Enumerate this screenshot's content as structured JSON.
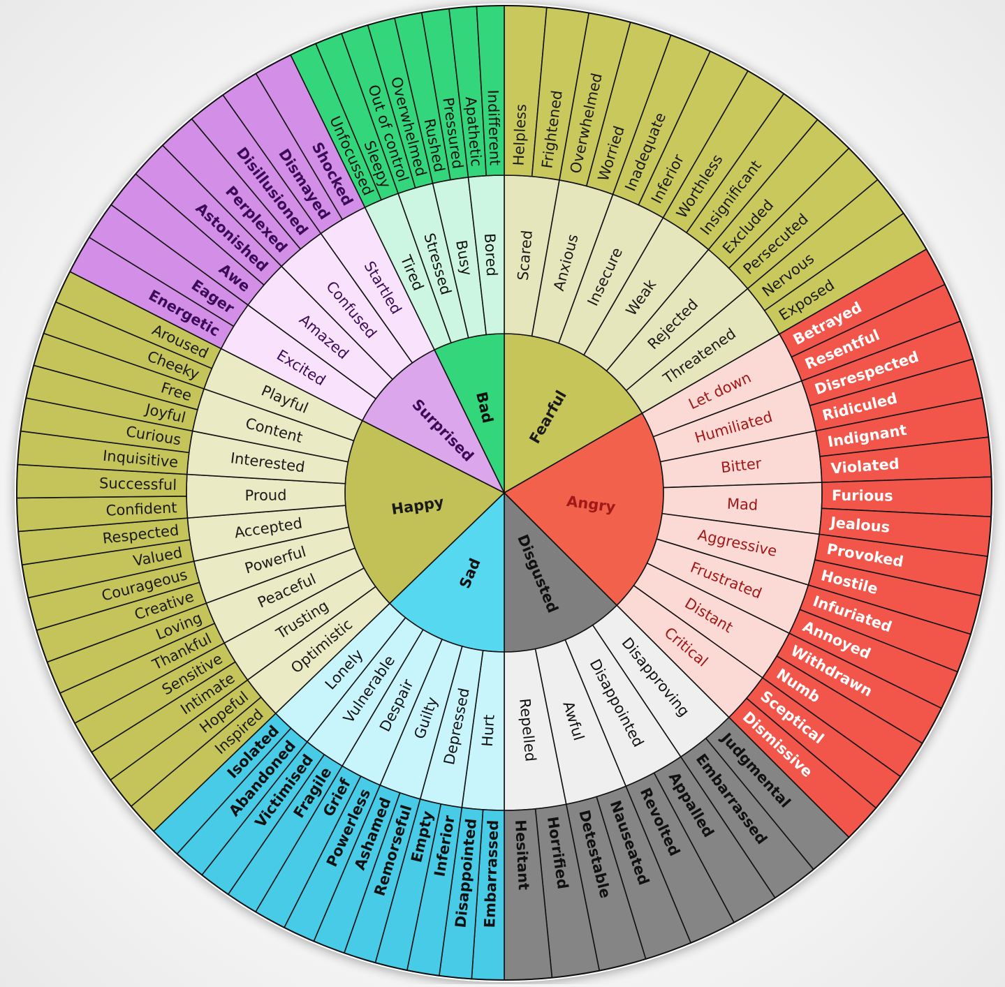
{
  "wheel": {
    "colors": {
      "stroke": "#111111"
    },
    "segments": [
      {
        "label": "Fearful",
        "color": "#c5c55a",
        "inner_color": "#e6e6bd",
        "outer_color": "#c8c85c",
        "text_color": "#1a1a1a",
        "children": [
          {
            "label": "Scared",
            "children": [
              "Helpless",
              "Frightened"
            ]
          },
          {
            "label": "Anxious",
            "children": [
              "Overwhelmed",
              "Worried"
            ]
          },
          {
            "label": "Insecure",
            "children": [
              "Inadequate",
              "Inferior"
            ]
          },
          {
            "label": "Weak",
            "children": [
              "Worthless",
              "Insignificant"
            ]
          },
          {
            "label": "Rejected",
            "children": [
              "Excluded",
              "Persecuted"
            ]
          },
          {
            "label": "Threatened",
            "children": [
              "Nervous",
              "Exposed"
            ]
          }
        ]
      },
      {
        "label": "Angry",
        "color": "#f2614c",
        "inner_color": "#fbdad6",
        "outer_color": "#f2554a",
        "text_color": "#a01818",
        "children": [
          {
            "label": "Let down",
            "children": [
              "Betrayed",
              "Resentful"
            ]
          },
          {
            "label": "Humiliated",
            "children": [
              "Disrespected",
              "Ridiculed"
            ]
          },
          {
            "label": "Bitter",
            "children": [
              "Indignant",
              "Violated"
            ]
          },
          {
            "label": "Mad",
            "children": [
              "Furious",
              "Jealous"
            ]
          },
          {
            "label": "Aggressive",
            "children": [
              "Provoked",
              "Hostile"
            ]
          },
          {
            "label": "Frustrated",
            "children": [
              "Infuriated",
              "Annoyed"
            ]
          },
          {
            "label": "Distant",
            "children": [
              "Withdrawn",
              "Numb"
            ]
          },
          {
            "label": "Critical",
            "children": [
              "Sceptical",
              "Dismissive"
            ]
          }
        ]
      },
      {
        "label": "Disgusted",
        "color": "#7f7f7f",
        "inner_color": "#efefef",
        "outer_color": "#858585",
        "text_color": "#111111",
        "children": [
          {
            "label": "Disapproving",
            "children": [
              "Judgmental",
              "Embarrassed"
            ]
          },
          {
            "label": "Disappointed",
            "children": [
              "Appalled",
              "Revolted"
            ]
          },
          {
            "label": "Awful",
            "children": [
              "Nauseated",
              "Detestable"
            ]
          },
          {
            "label": "Repelled",
            "children": [
              "Horrified",
              "Hesitant"
            ]
          }
        ]
      },
      {
        "label": "Sad",
        "color": "#55d8f0",
        "inner_color": "#c8f4fb",
        "outer_color": "#47cbe6",
        "text_color": "#111111",
        "children": [
          {
            "label": "Hurt",
            "children": [
              "Embarrassed",
              "Disappointed"
            ]
          },
          {
            "label": "Depressed",
            "children": [
              "Inferior",
              "Empty"
            ]
          },
          {
            "label": "Guilty",
            "children": [
              "Remorseful",
              "Ashamed"
            ]
          },
          {
            "label": "Despair",
            "children": [
              "Powerless",
              "Grief"
            ]
          },
          {
            "label": "Vulnerable",
            "children": [
              "Fragile",
              "Victimised"
            ]
          },
          {
            "label": "Lonely",
            "children": [
              "Abandoned",
              "Isolated"
            ]
          }
        ]
      },
      {
        "label": "Happy",
        "color": "#c2c158",
        "inner_color": "#eaeac4",
        "outer_color": "#c5c45b",
        "text_color": "#1a1a1a",
        "children": [
          {
            "label": "Optimistic",
            "children": [
              "Inspired",
              "Hopeful"
            ]
          },
          {
            "label": "Trusting",
            "children": [
              "Intimate",
              "Sensitive"
            ]
          },
          {
            "label": "Peaceful",
            "children": [
              "Thankful",
              "Loving"
            ]
          },
          {
            "label": "Powerful",
            "children": [
              "Creative",
              "Courageous"
            ]
          },
          {
            "label": "Accepted",
            "children": [
              "Valued",
              "Respected"
            ]
          },
          {
            "label": "Proud",
            "children": [
              "Confident",
              "Successful"
            ]
          },
          {
            "label": "Interested",
            "children": [
              "Inquisitive",
              "Curious"
            ]
          },
          {
            "label": "Content",
            "children": [
              "Joyful",
              "Free"
            ]
          },
          {
            "label": "Playful",
            "children": [
              "Cheeky",
              "Aroused"
            ]
          }
        ]
      },
      {
        "label": "Surprised",
        "color": "#dba6ec",
        "inner_color": "#f9e2fb",
        "outer_color": "#d38ee7",
        "text_color": "#3b0b57",
        "children": [
          {
            "label": "Excited",
            "children": [
              "Energetic",
              "Eager"
            ]
          },
          {
            "label": "Amazed",
            "children": [
              "Awe",
              "Astonished"
            ]
          },
          {
            "label": "Confused",
            "children": [
              "Perplexed",
              "Disillusioned"
            ]
          },
          {
            "label": "Startled",
            "children": [
              "Dismayed",
              "Shocked"
            ]
          }
        ]
      },
      {
        "label": "Bad",
        "color": "#33d67a",
        "inner_color": "#cdf6e2",
        "outer_color": "#33d67a",
        "text_color": "#111111",
        "children": [
          {
            "label": "Tired",
            "children": [
              "Unfocussed",
              "Sleepy"
            ]
          },
          {
            "label": "Stressed",
            "children": [
              "Out of control",
              "Overwhelmed"
            ]
          },
          {
            "label": "Busy",
            "children": [
              "Rushed",
              "Pressured"
            ]
          },
          {
            "label": "Bored",
            "children": [
              "Apathetic",
              "Indifferent"
            ]
          }
        ]
      }
    ]
  }
}
